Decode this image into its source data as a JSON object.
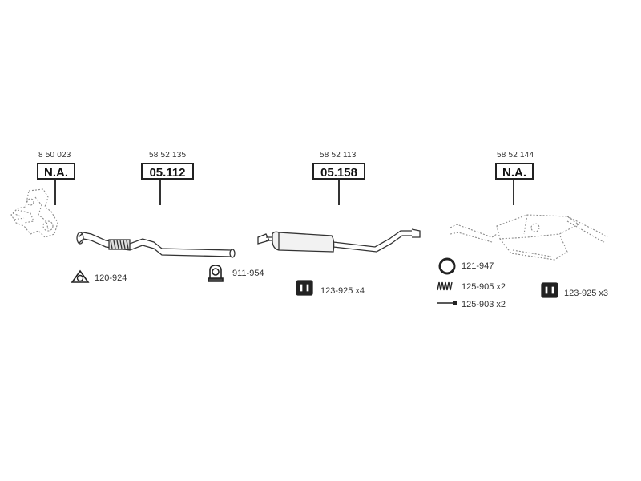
{
  "parts": [
    {
      "oem": "8 50 023",
      "code": "N.A."
    },
    {
      "oem": "58 52 135",
      "code": "05.112"
    },
    {
      "oem": "58 52 113",
      "code": "05.158"
    },
    {
      "oem": "58 52 144",
      "code": "N.A."
    }
  ],
  "accessories": [
    {
      "icon": "gasket-icon",
      "label": "120-924"
    },
    {
      "icon": "clamp-icon",
      "label": "911-954"
    },
    {
      "icon": "rubber-mount-icon",
      "label": "123-925 x4"
    },
    {
      "icon": "ring-gasket-icon",
      "label": "121-947"
    },
    {
      "icon": "spring-icon",
      "label": "125-905 x2"
    },
    {
      "icon": "bolt-icon",
      "label": "125-903 x2"
    },
    {
      "icon": "rubber-mount-icon",
      "label": "123-925 x3"
    }
  ],
  "colors": {
    "line": "#333333",
    "dotted": "#888888",
    "box_border": "#222222"
  }
}
